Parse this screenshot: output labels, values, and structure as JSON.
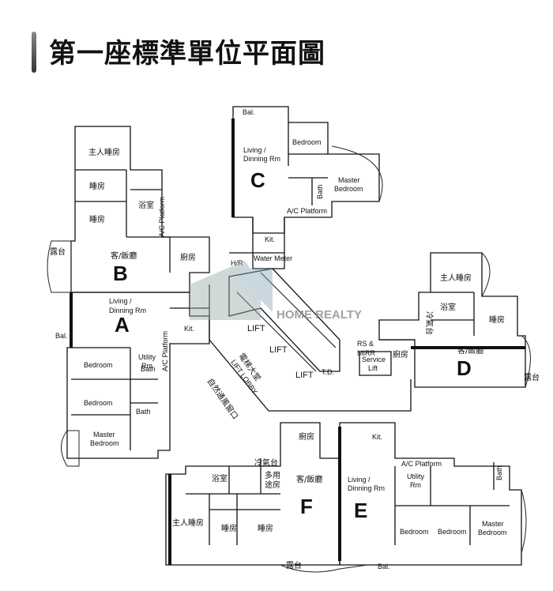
{
  "title": "第一座標準單位平面圖",
  "units": {
    "a": "A",
    "b": "B",
    "c": "C",
    "d": "D",
    "e": "E",
    "f": "F"
  },
  "labels": {
    "a_living": "Living /",
    "a_dining": "Dinning Rm",
    "a_bal": "Bal.",
    "a_kit": "Kit.",
    "a_bedroom1": "Bedroom",
    "a_bedroom2": "Bedroom",
    "a_master1": "Master",
    "a_master2": "Bedroom",
    "a_utility1": "Utility",
    "a_utility2": "Rm",
    "a_bath1": "Bath",
    "a_bath2": "Bath",
    "a_ac": "A/C Platform",
    "b_master": "主人睡房",
    "b_bed1": "睡房",
    "b_bed2": "睡房",
    "b_bath": "浴室",
    "b_living": "客/飯廳",
    "b_kitchen": "廚房",
    "b_balcony": "露台",
    "b_ac": "A/C Platform",
    "c_bal": "Bal.",
    "c_living": "Living /",
    "c_dining": "Dinning Rm",
    "c_bedroom": "Bedroom",
    "c_master1": "Master",
    "c_master2": "Bedroom",
    "c_bath": "Bath",
    "c_ac": "A/C Platform",
    "c_kit": "Kit.",
    "c_hr": "H/R",
    "c_water": "Water Meter",
    "d_master": "主人睡房",
    "d_bath": "浴室",
    "d_bed": "睡房",
    "d_ac": "冷氣台",
    "d_living": "客/飯廳",
    "d_kitchen": "廚房",
    "d_balcony": "露台",
    "rs1": "RS &",
    "rs2": "MIRR",
    "service1": "Service",
    "service2": "Lift",
    "td": "T.D.",
    "lift1": "LIFT",
    "lift2": "LIFT",
    "lift3": "LIFT",
    "lobby_cn": "電梯大堂",
    "lobby_en": "LIFT LOBBY",
    "window_cn": "自然通風窗口",
    "e_kit": "Kit.",
    "e_ac": "A/C Platform",
    "e_utility1": "Utility",
    "e_utility2": "Rm",
    "e_living": "Living /",
    "e_dining": "Dinning Rm",
    "e_bath": "Bath",
    "e_bed1": "Bedroom",
    "e_bed2": "Bedroom",
    "e_master1": "Master",
    "e_master2": "Bedroom",
    "e_bal": "Bal.",
    "f_kitchen": "廚房",
    "f_ac": "冷氣台",
    "f_bath": "浴室",
    "f_multi1": "多用",
    "f_multi2": "途房",
    "f_living": "客/飯廳",
    "f_master": "主人睡房",
    "f_bed1": "睡房",
    "f_bed2": "睡房",
    "f_balcony": "露台"
  },
  "watermark": "HOME  REALTY"
}
